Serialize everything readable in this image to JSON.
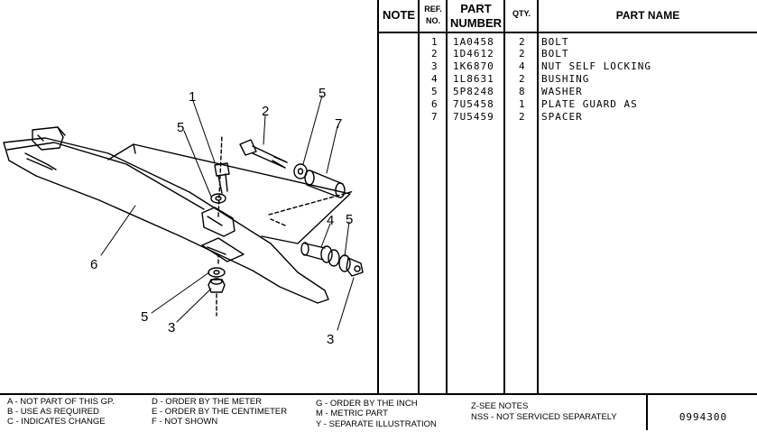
{
  "table": {
    "headers": {
      "note": "NOTE",
      "ref_no": "REF.\nNO.",
      "part_number": "PART\nNUMBER",
      "qty": "QTY.",
      "part_name": "PART NAME"
    },
    "rows": [
      {
        "ref": "1",
        "part_number": "1A0458",
        "qty": "2",
        "part_name": "BOLT"
      },
      {
        "ref": "2",
        "part_number": "1D4612",
        "qty": "2",
        "part_name": "BOLT"
      },
      {
        "ref": "3",
        "part_number": "1K6870",
        "qty": "4",
        "part_name": "NUT SELF LOCKING"
      },
      {
        "ref": "4",
        "part_number": "1L8631",
        "qty": "2",
        "part_name": "BUSHING"
      },
      {
        "ref": "5",
        "part_number": "5P8248",
        "qty": "8",
        "part_name": "WASHER"
      },
      {
        "ref": "6",
        "part_number": "7U5458",
        "qty": "1",
        "part_name": "PLATE GUARD AS"
      },
      {
        "ref": "7",
        "part_number": "7U5459",
        "qty": "2",
        "part_name": "SPACER"
      }
    ]
  },
  "callouts": [
    "1",
    "5",
    "2",
    "5",
    "7",
    "4",
    "5",
    "6",
    "5",
    "3",
    "3"
  ],
  "legend": {
    "col1": [
      "A - NOT PART OF THIS GP.",
      "B - USE  AS REQUIRED",
      "C - INDICATES CHANGE"
    ],
    "col2": [
      "D - ORDER BY THE  METER",
      "E - ORDER BY THE CENTIMETER",
      "F - NOT SHOWN"
    ],
    "col3": [
      "G - ORDER BY THE INCH",
      "M - METRIC PART",
      "Y - SEPARATE ILLUSTRATION"
    ],
    "col4": [
      "Z-SEE NOTES",
      "NSS - NOT SERVICED SEPARATELY"
    ]
  },
  "sheet_number": "0994300"
}
